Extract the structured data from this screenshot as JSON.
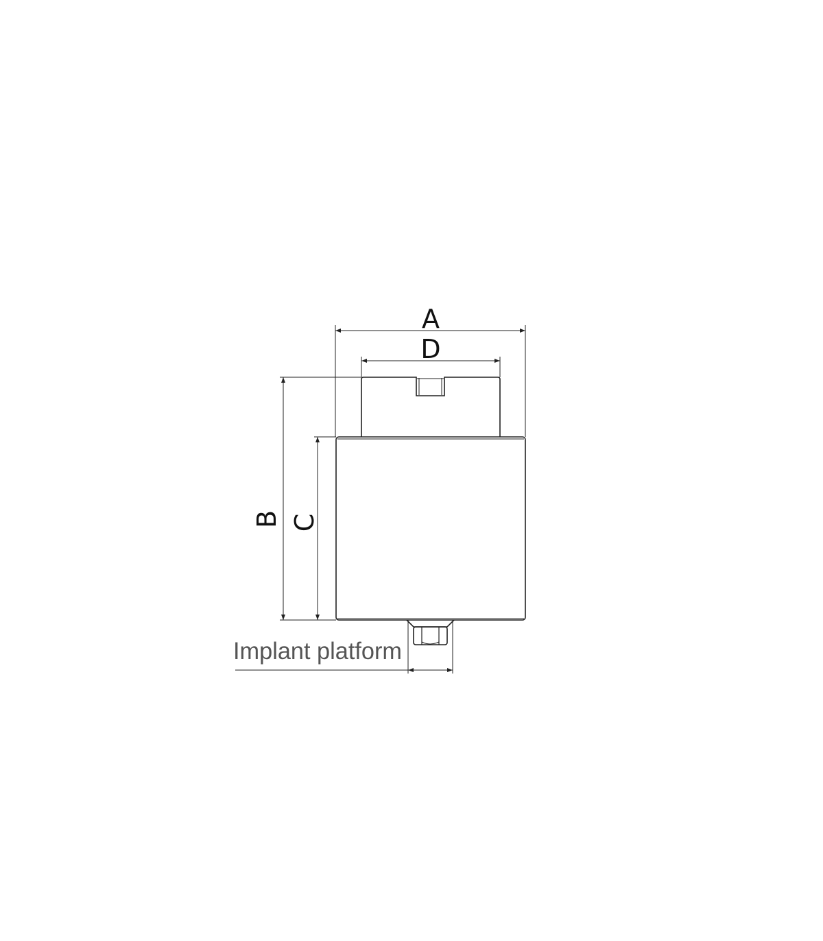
{
  "diagram": {
    "dimensions": {
      "a": "A",
      "b": "B",
      "c": "C",
      "d": "D"
    },
    "implant_platform_label": "Implant platform",
    "line_color": "#222222"
  }
}
